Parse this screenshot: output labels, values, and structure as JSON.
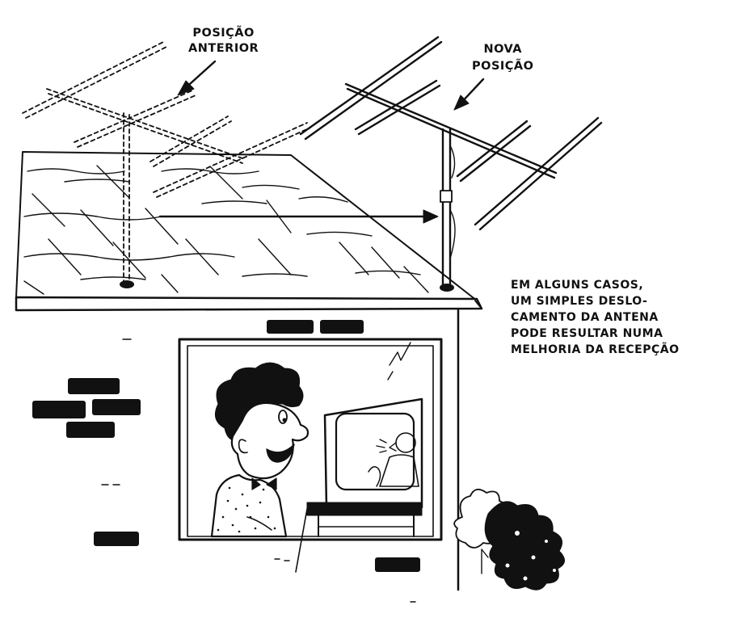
{
  "labels": {
    "old_position": [
      "POSIÇÃO",
      "ANTERIOR"
    ],
    "new_position": [
      "NOVA",
      "POSIÇÃO"
    ]
  },
  "caption": [
    "EM ALGUNS CASOS,",
    "UM SIMPLES DESLO-",
    "CAMENTO DA ANTENA",
    "PODE RESULTAR NUMA",
    "MELHORIA DA RECEPÇÃO"
  ],
  "colors": {
    "ink": "#111111",
    "paper": "#ffffff"
  }
}
